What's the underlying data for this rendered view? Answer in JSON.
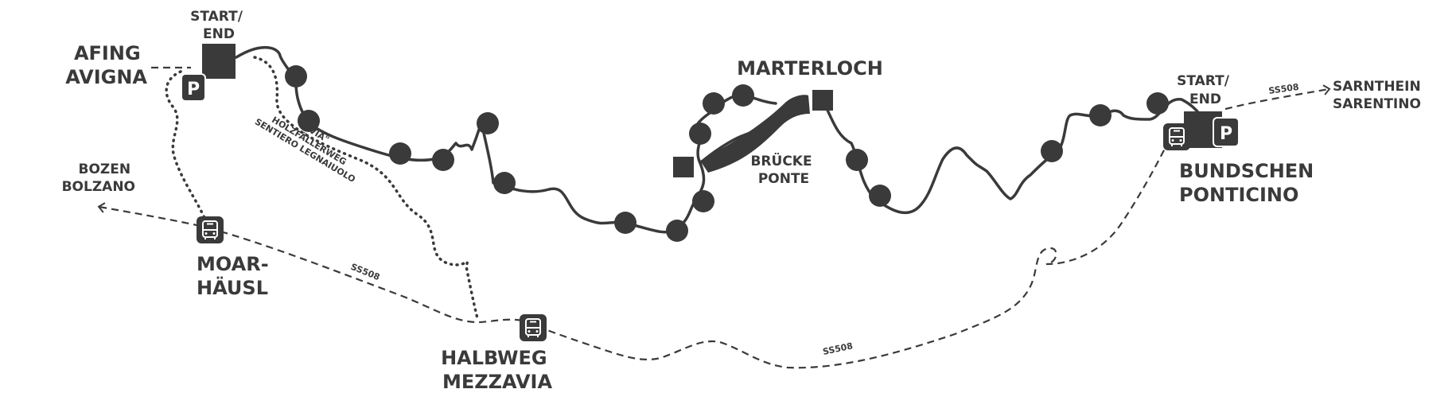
{
  "places": {
    "afing": [
      "AFING",
      "AVIGNA"
    ],
    "start_left": [
      "START/",
      "END"
    ],
    "bozen": [
      "BOZEN",
      "BOLZANO"
    ],
    "moar": [
      "MOAR-",
      "HÄUSL"
    ],
    "halbweg": [
      "HALBWEG",
      "MEZZAVIA"
    ],
    "marterloch": "MARTERLOCH",
    "bruecke": [
      "BRÜCKE",
      "PONTE"
    ],
    "start_right": [
      "START/",
      "END"
    ],
    "bundschen": [
      "BUNDSCHEN",
      "PONTICINO"
    ],
    "sarnthein": [
      "SARNTHEIN",
      "SARENTINO"
    ]
  },
  "path_label": [
    "\"AVIA\"",
    "HOLZFÄLLERWEG",
    "SENTIERO LEGNAIUOLO"
  ],
  "road_labels": {
    "road_a": "SS508",
    "road_b": "SS508",
    "road_c": "SS508"
  },
  "symbols": {
    "parking": "P",
    "parking_icon": "parking-icon",
    "bus_icon": "bus-stop-icon"
  },
  "colors": {
    "ink": "#3a3a3a",
    "background": "#ffffff"
  }
}
